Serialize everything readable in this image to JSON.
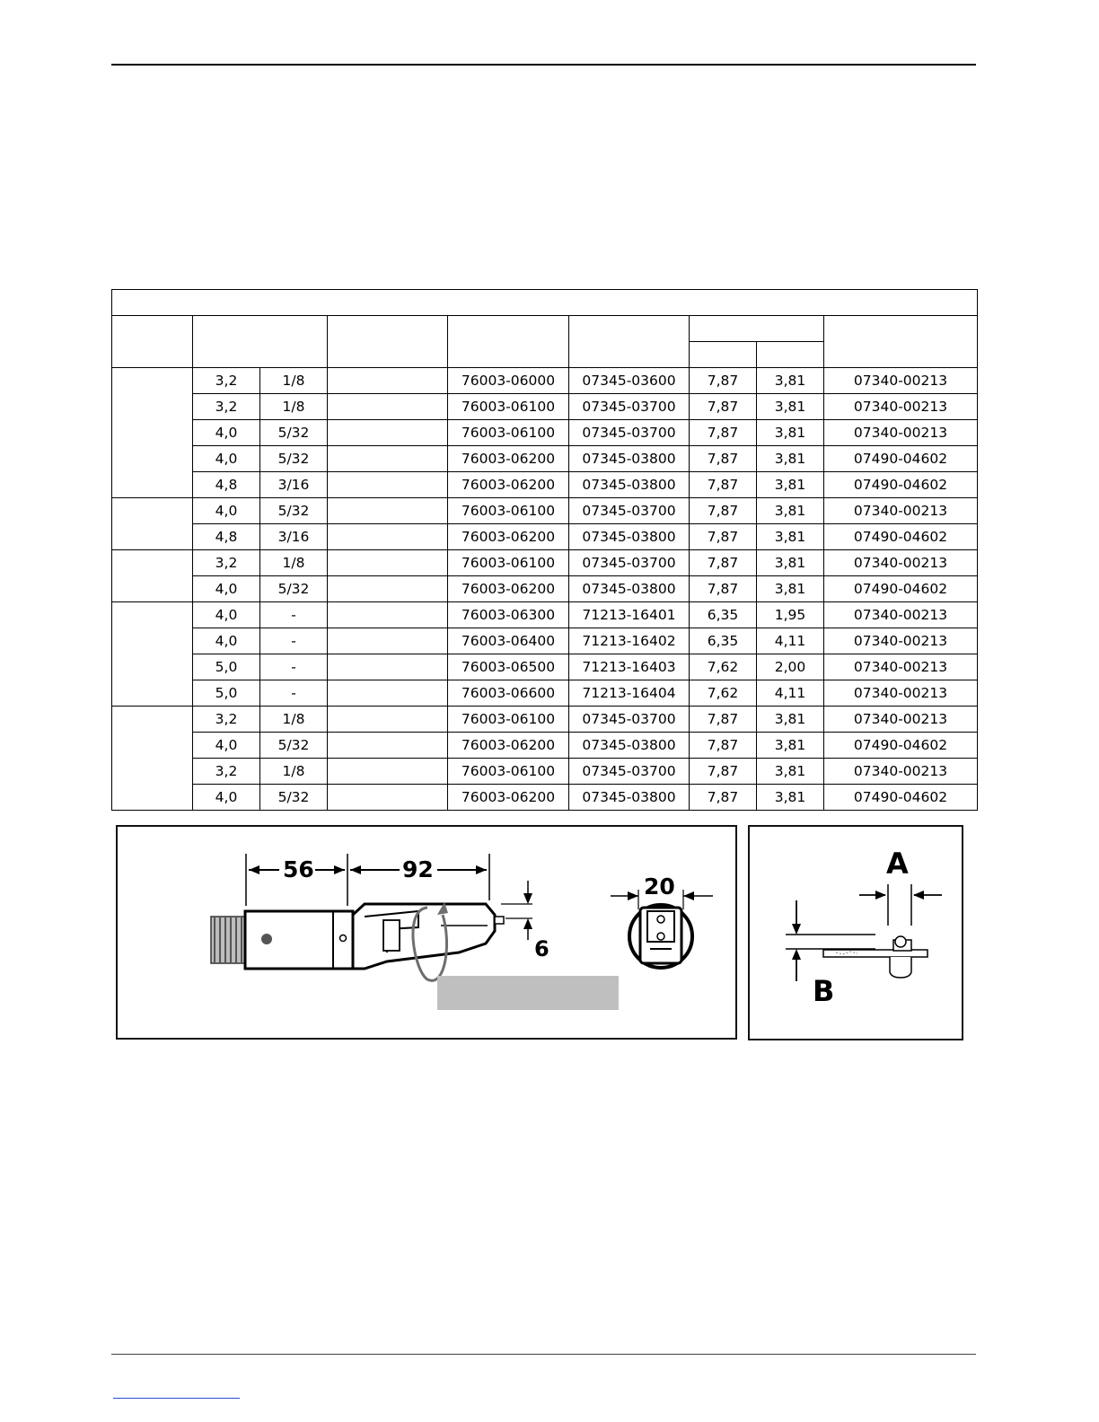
{
  "table": {
    "groups": [
      {
        "rows": [
          {
            "mm": "3,2",
            "inch": "1/8",
            "p1": "76003-06000",
            "p2": "07345-03600",
            "d1": "7,87",
            "d2": "3,81",
            "p3": "07340-00213"
          },
          {
            "mm": "3,2",
            "inch": "1/8",
            "p1": "76003-06100",
            "p2": "07345-03700",
            "d1": "7,87",
            "d2": "3,81",
            "p3": "07340-00213"
          },
          {
            "mm": "4,0",
            "inch": "5/32",
            "p1": "76003-06100",
            "p2": "07345-03700",
            "d1": "7,87",
            "d2": "3,81",
            "p3": "07340-00213"
          },
          {
            "mm": "4,0",
            "inch": "5/32",
            "p1": "76003-06200",
            "p2": "07345-03800",
            "d1": "7,87",
            "d2": "3,81",
            "p3": "07490-04602"
          },
          {
            "mm": "4,8",
            "inch": "3/16",
            "p1": "76003-06200",
            "p2": "07345-03800",
            "d1": "7,87",
            "d2": "3,81",
            "p3": "07490-04602"
          }
        ]
      },
      {
        "rows": [
          {
            "mm": "4,0",
            "inch": "5/32",
            "p1": "76003-06100",
            "p2": "07345-03700",
            "d1": "7,87",
            "d2": "3,81",
            "p3": "07340-00213"
          },
          {
            "mm": "4,8",
            "inch": "3/16",
            "p1": "76003-06200",
            "p2": "07345-03800",
            "d1": "7,87",
            "d2": "3,81",
            "p3": "07490-04602"
          }
        ]
      },
      {
        "rows": [
          {
            "mm": "3,2",
            "inch": "1/8",
            "p1": "76003-06100",
            "p2": "07345-03700",
            "d1": "7,87",
            "d2": "3,81",
            "p3": "07340-00213"
          },
          {
            "mm": "4,0",
            "inch": "5/32",
            "p1": "76003-06200",
            "p2": "07345-03800",
            "d1": "7,87",
            "d2": "3,81",
            "p3": "07490-04602"
          }
        ]
      },
      {
        "rows": [
          {
            "mm": "4,0",
            "inch": "-",
            "p1": "76003-06300",
            "p2": "71213-16401",
            "d1": "6,35",
            "d2": "1,95",
            "p3": "07340-00213"
          },
          {
            "mm": "4,0",
            "inch": "-",
            "p1": "76003-06400",
            "p2": "71213-16402",
            "d1": "6,35",
            "d2": "4,11",
            "p3": "07340-00213"
          },
          {
            "mm": "5,0",
            "inch": "-",
            "p1": "76003-06500",
            "p2": "71213-16403",
            "d1": "7,62",
            "d2": "2,00",
            "p3": "07340-00213"
          },
          {
            "mm": "5,0",
            "inch": "-",
            "p1": "76003-06600",
            "p2": "71213-16404",
            "d1": "7,62",
            "d2": "4,11",
            "p3": "07340-00213"
          }
        ]
      },
      {
        "rows": [
          {
            "mm": "3,2",
            "inch": "1/8",
            "p1": "76003-06100",
            "p2": "07345-03700",
            "d1": "7,87",
            "d2": "3,81",
            "p3": "07340-00213"
          },
          {
            "mm": "4,0",
            "inch": "5/32",
            "p1": "76003-06200",
            "p2": "07345-03800",
            "d1": "7,87",
            "d2": "3,81",
            "p3": "07490-04602"
          },
          {
            "mm": "3,2",
            "inch": "1/8",
            "p1": "76003-06100",
            "p2": "07345-03700",
            "d1": "7,87",
            "d2": "3,81",
            "p3": "07340-00213"
          },
          {
            "mm": "4,0",
            "inch": "5/32",
            "p1": "76003-06200",
            "p2": "07345-03800",
            "d1": "7,87",
            "d2": "3,81",
            "p3": "07490-04602"
          }
        ]
      }
    ]
  },
  "diagram": {
    "dim_56": "56",
    "dim_92": "92",
    "dim_6": "6",
    "dim_20": "20",
    "label_a": "A",
    "label_b": "B"
  }
}
